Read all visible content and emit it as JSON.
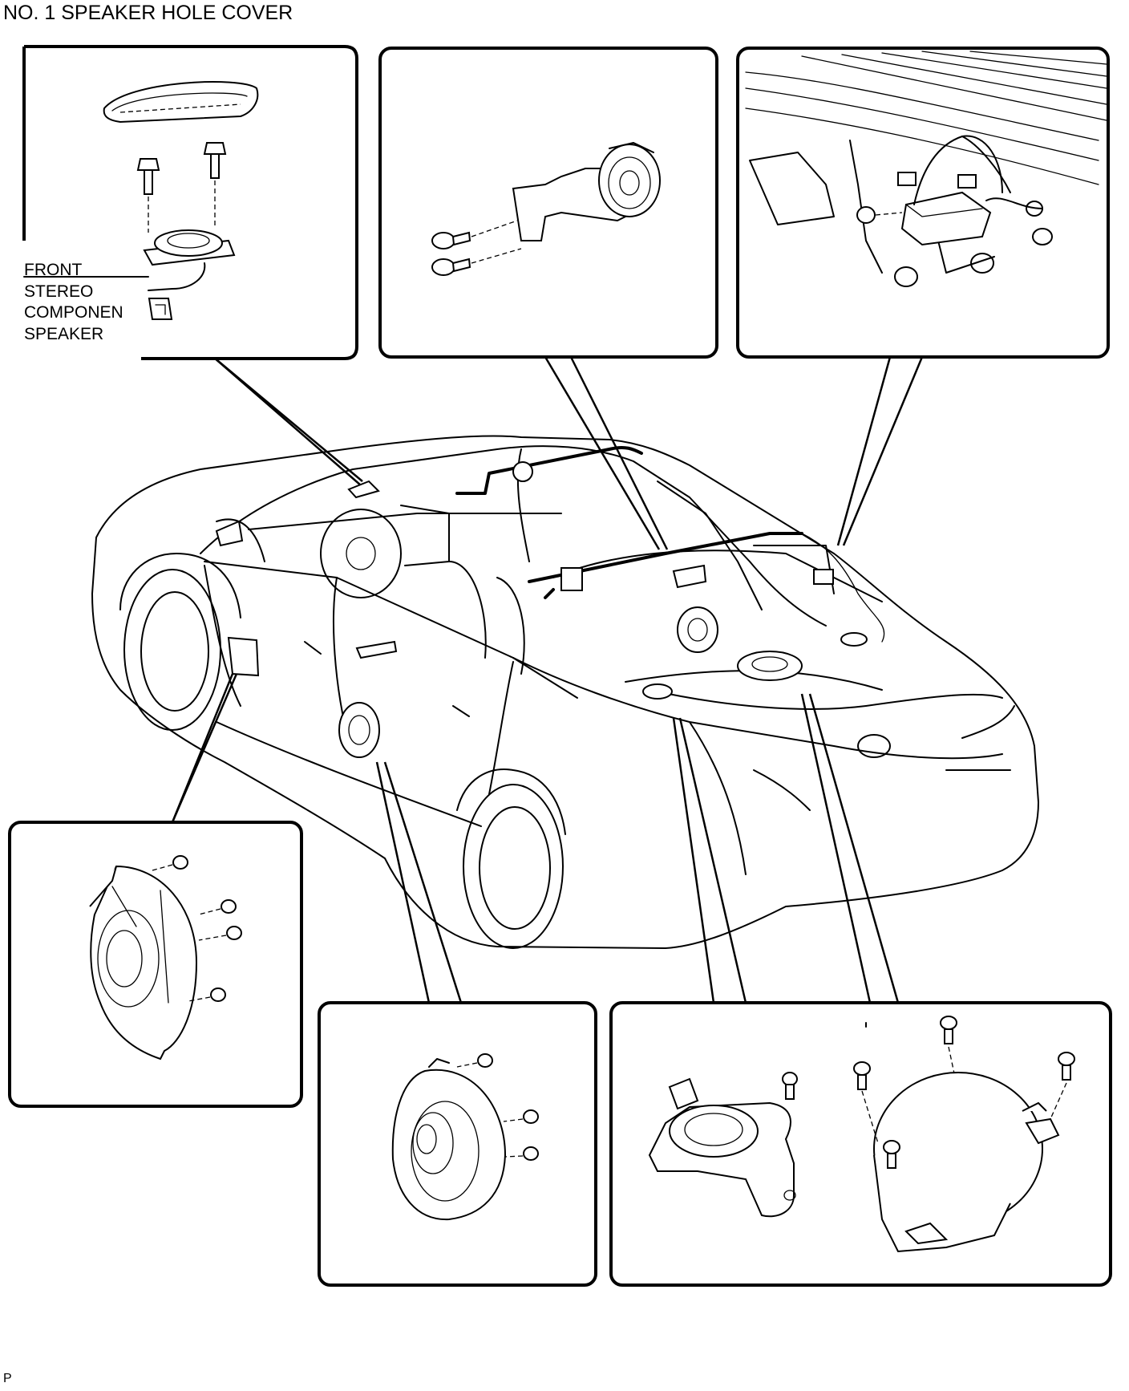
{
  "diagram": {
    "title": "NO. 1 SPEAKER HOLE COVER",
    "part_label_lines": [
      "FRONT",
      "STEREO",
      "COMPONENT",
      "SPEAKER"
    ],
    "footer_code": "P"
  }
}
